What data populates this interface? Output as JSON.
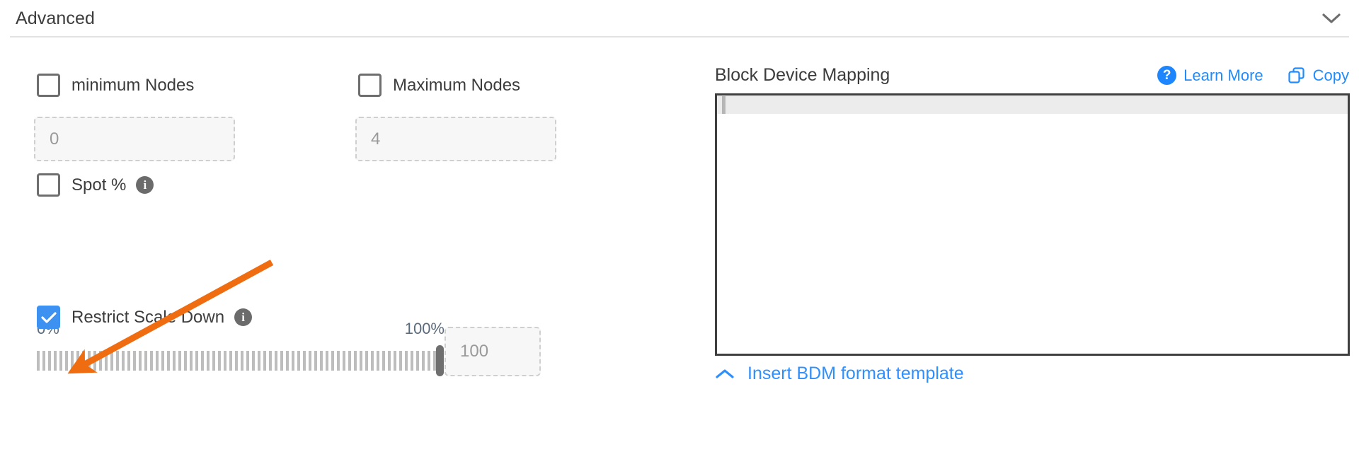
{
  "section": {
    "title": "Advanced",
    "collapse_icon": "chevron-down-icon"
  },
  "left_panel": {
    "min_nodes": {
      "checkbox_label": "minimum Nodes",
      "checked": false,
      "input_placeholder": "0"
    },
    "max_nodes": {
      "checkbox_label": "Maximum Nodes",
      "checked": false,
      "input_placeholder": "4"
    },
    "spot": {
      "checkbox_label": "Spot %",
      "checked": false,
      "info_icon": "info-icon",
      "info_glyph": "i"
    },
    "slider": {
      "min_label": "0%",
      "max_label": "100%",
      "value": 100,
      "input_placeholder": "100"
    },
    "restrict_scale_down": {
      "checkbox_label": "Restrict Scale Down",
      "checked": true,
      "check_glyph": "✓",
      "info_icon": "info-icon",
      "info_glyph": "i"
    }
  },
  "right_panel": {
    "title": "Block Device Mapping",
    "help_glyph": "?",
    "learn_more_label": "Learn More",
    "copy_label": "Copy",
    "copy_icon": "copy-icon",
    "editor": {
      "content": "",
      "active_line": 1
    },
    "insert_template_label": "Insert BDM format template",
    "insert_template_icon": "chevron-up-icon"
  },
  "colors": {
    "accent_blue": "#1f8bfd",
    "checkbox_checked": "#3d91f0",
    "annotation_orange": "#ef6c10",
    "text_primary": "#3c3c3c",
    "text_muted": "#9a9a9a",
    "slider_tick": "#bdbdbd",
    "editor_border": "#3f3f3f"
  }
}
